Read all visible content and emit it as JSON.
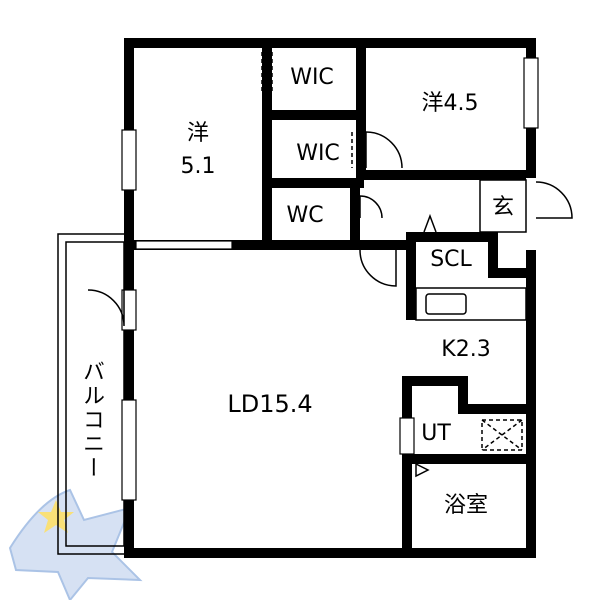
{
  "rooms": {
    "western_a": {
      "name": "洋",
      "size": "5.1"
    },
    "western_b": {
      "name": "洋4.5"
    },
    "wic_upper": "WIC",
    "wic_lower": "WIC",
    "wc": "WC",
    "entrance": "玄",
    "scl": "SCL",
    "kitchen": "K2.3",
    "ld": "LD15.4",
    "ut": "UT",
    "bath": "浴室",
    "balcony": "バルコニー"
  },
  "colors": {
    "wall": "#000000",
    "logo_star": "#f7d64a",
    "logo_body": "#c9d8ef"
  },
  "icons": [
    "star-logo-icon"
  ]
}
